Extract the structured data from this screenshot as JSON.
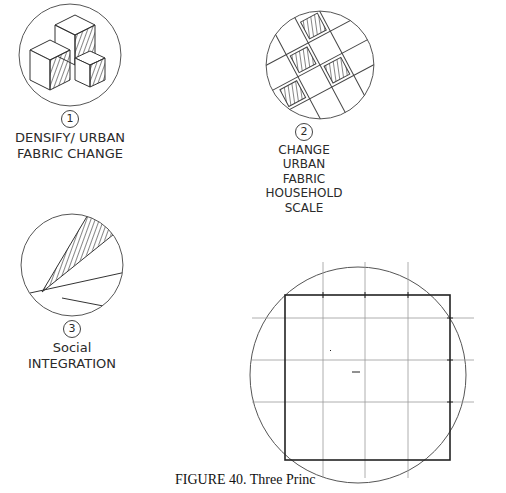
{
  "diagram": {
    "caption": "FIGURE 40. Three Princ",
    "nodes": [
      {
        "text": [
          "1",
          "DENSIFY/ URBAN FABRIC CHANGE"
        ]
      },
      {
        "text": [
          "2",
          "CHANGE URBAN FABRIC HOUSEHOLD SCALE"
        ]
      },
      {
        "text": [
          "3",
          "Social INTEGRATION"
        ]
      }
    ]
  }
}
